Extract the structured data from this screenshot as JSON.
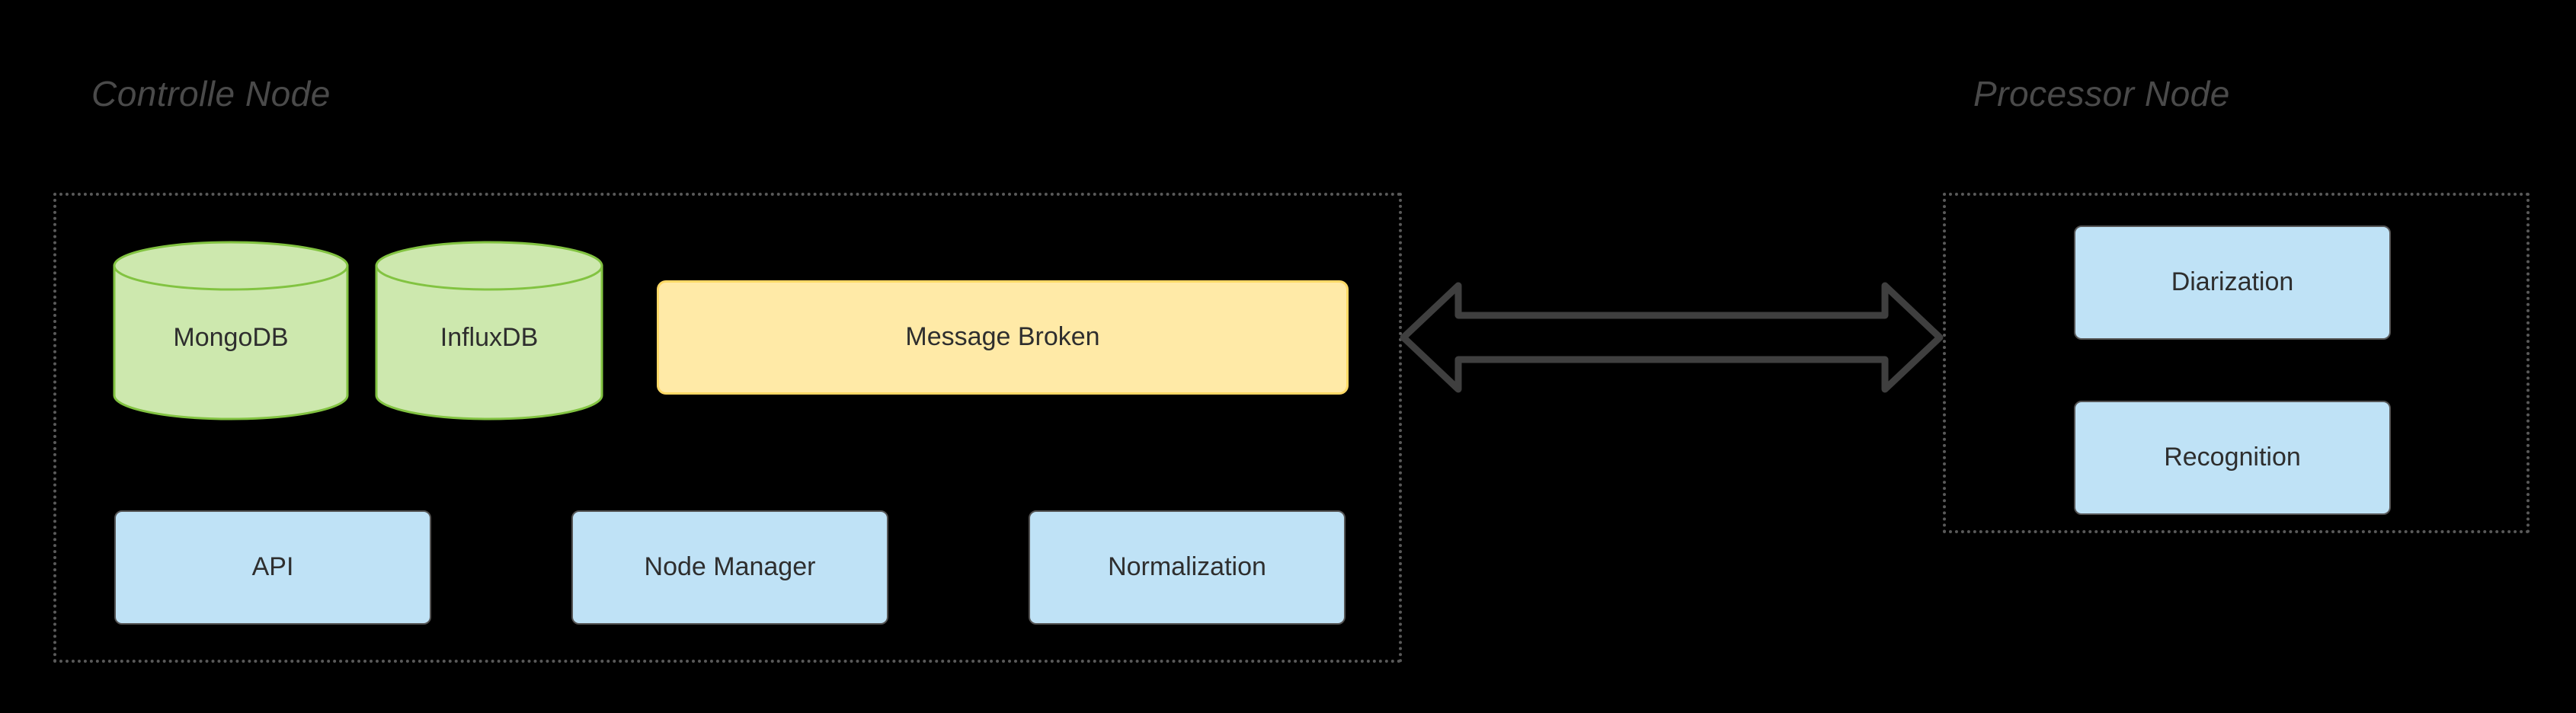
{
  "diagram": {
    "background_color": "#000000",
    "groups": [
      {
        "id": "controller",
        "title": "Controlle Node",
        "title_color": "#4a4a4a",
        "border_color": "#595959"
      },
      {
        "id": "processor",
        "title": "Processor Node",
        "title_color": "#4a4a4a",
        "border_color": "#595959"
      }
    ],
    "controller_nodes": {
      "databases": [
        {
          "label": "MongoDB",
          "fill": "#cde8ae",
          "stroke": "#82c341"
        },
        {
          "label": "InfluxDB",
          "fill": "#cde8ae",
          "stroke": "#82c341"
        }
      ],
      "broker": {
        "label": "Message Broken",
        "fill": "#ffeaa7",
        "stroke": "#ffd966"
      },
      "services": [
        {
          "label": "API",
          "fill": "#bfe2f6",
          "stroke": "#555555"
        },
        {
          "label": "Node Manager",
          "fill": "#bfe2f6",
          "stroke": "#555555"
        },
        {
          "label": "Normalization",
          "fill": "#bfe2f6",
          "stroke": "#555555"
        }
      ]
    },
    "processor_nodes": {
      "services": [
        {
          "label": "Diarization",
          "fill": "#bfe2f6",
          "stroke": "#555555"
        },
        {
          "label": "Recognition",
          "fill": "#bfe2f6",
          "stroke": "#555555"
        }
      ]
    },
    "connector": {
      "name": "bidirectional-arrow",
      "stroke": "#3f3f3f",
      "direction": "both"
    }
  }
}
